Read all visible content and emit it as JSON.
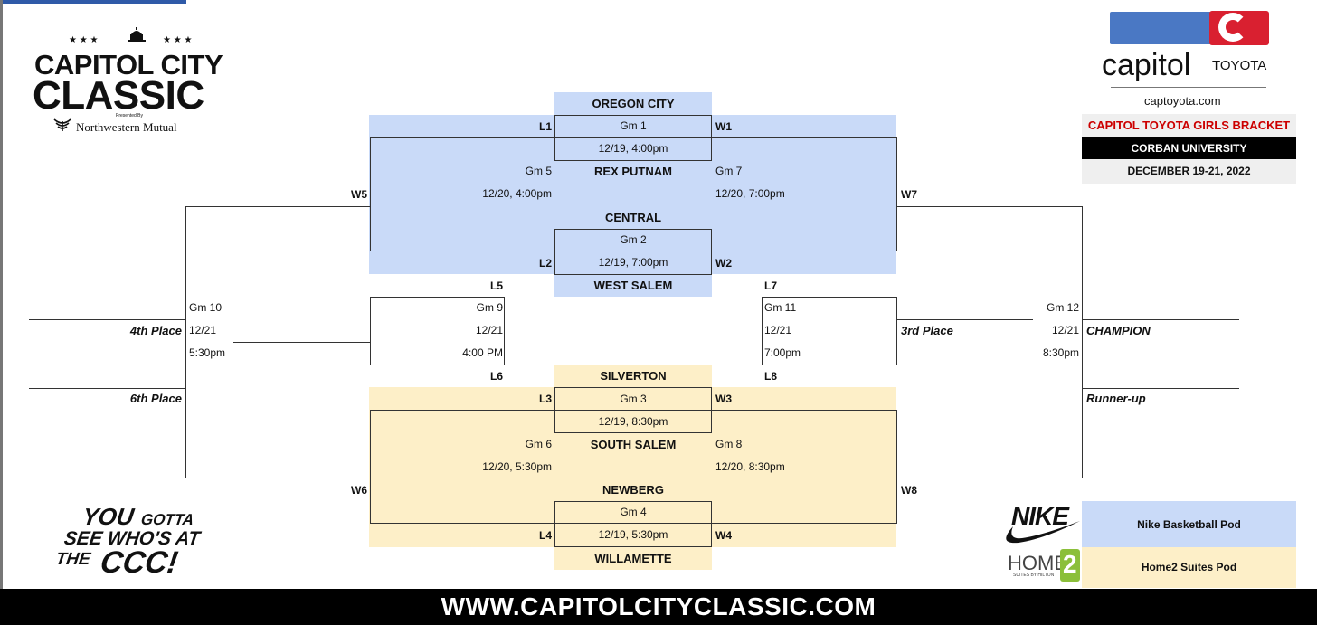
{
  "logo": {
    "line1": "CAPITOL CITY",
    "line2": "CLASSIC",
    "presented": "Presented By",
    "sponsor": "Northwestern Mutual"
  },
  "sponsor_logo": {
    "brand": "capitol",
    "brand2": "TOYOTA",
    "url": "captoyota.com"
  },
  "info": {
    "title": "CAPITOL TOYOTA GIRLS BRACKET",
    "venue": "CORBAN UNIVERSITY",
    "dates": "DECEMBER 19-21, 2022"
  },
  "teams": {
    "t1": "OREGON CITY",
    "t2": "REX PUTNAM",
    "t3": "CENTRAL",
    "t4": "WEST SALEM",
    "t5": "SILVERTON",
    "t6": "SOUTH SALEM",
    "t7": "NEWBERG",
    "t8": "WILLAMETTE"
  },
  "games": {
    "g1": {
      "name": "Gm 1",
      "time": "12/19, 4:00pm"
    },
    "g2": {
      "name": "Gm 2",
      "time": "12/19, 7:00pm"
    },
    "g3": {
      "name": "Gm 3",
      "time": "12/19, 8:30pm"
    },
    "g4": {
      "name": "Gm 4",
      "time": "12/19, 5:30pm"
    },
    "g5": {
      "name": "Gm 5",
      "time": "12/20, 4:00pm"
    },
    "g6": {
      "name": "Gm 6",
      "time": "12/20, 5:30pm"
    },
    "g7": {
      "name": "Gm 7",
      "time": "12/20, 7:00pm"
    },
    "g8": {
      "name": "Gm 8",
      "time": "12/20, 8:30pm"
    },
    "g9": {
      "name": "Gm 9",
      "date": "12/21",
      "time": "4:00 PM"
    },
    "g10": {
      "name": "Gm 10",
      "date": "12/21",
      "time": "5:30pm"
    },
    "g11": {
      "name": "Gm 11",
      "date": "12/21",
      "time": "7:00pm"
    },
    "g12": {
      "name": "Gm 12",
      "date": "12/21",
      "time": "8:30pm"
    }
  },
  "codes": {
    "L1": "L1",
    "W1": "W1",
    "L2": "L2",
    "W2": "W2",
    "L3": "L3",
    "W3": "W3",
    "L4": "L4",
    "W4": "W4",
    "L5": "L5",
    "L6": "L6",
    "L7": "L7",
    "L8": "L8",
    "W5": "W5",
    "W6": "W6",
    "W7": "W7",
    "W8": "W8"
  },
  "places": {
    "fourth": "4th Place",
    "sixth": "6th Place",
    "third": "3rd Place",
    "champion": "CHAMPION",
    "runner": "Runner-up"
  },
  "slogan": {
    "l1a": "YOU",
    "l1b": "GOTTA",
    "l2": "SEE WHO'S AT",
    "l3a": "THE",
    "l3b": "CCC!"
  },
  "legend": {
    "nike_logo": "NIKE",
    "nike": "Nike Basketball Pod",
    "home2_logo": "HOME",
    "home2_num": "2",
    "home2_sub": "SUITES BY HILTON",
    "home2": "Home2 Suites Pod"
  },
  "footer": "WWW.CAPITOLCITYCLASSIC.COM",
  "colors": {
    "nike_pod": "#c9daf8",
    "home2_pod": "#fdefc8",
    "toyota_red": "#cc0000",
    "toyota_blue": "#4a78c4"
  }
}
